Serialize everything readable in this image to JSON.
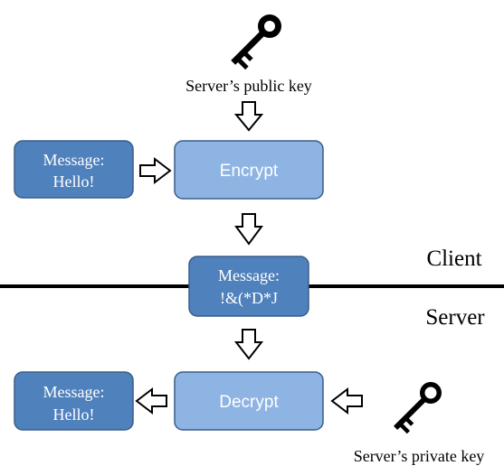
{
  "client_side": {
    "public_key_label": "Server’s public key",
    "message_plain": {
      "line1": "Message:",
      "line2": "Hello!"
    },
    "encrypt_label": "Encrypt",
    "side_label": "Client"
  },
  "transit": {
    "message_cipher": {
      "line1": "Message:",
      "line2": "!&(*D*J"
    }
  },
  "server_side": {
    "side_label": "Server",
    "decrypt_label": "Decrypt",
    "message_plain": {
      "line1": "Message:",
      "line2": "Hello!"
    },
    "private_key_label": "Server’s private key"
  },
  "colors": {
    "dark_box": "#4f81bd",
    "light_box": "#8eb4e3",
    "box_border": "#385d8a",
    "line": "#000000"
  },
  "icons": {
    "public_key": "key-icon",
    "private_key": "key-icon",
    "arrow": "hollow-arrow-icon"
  }
}
